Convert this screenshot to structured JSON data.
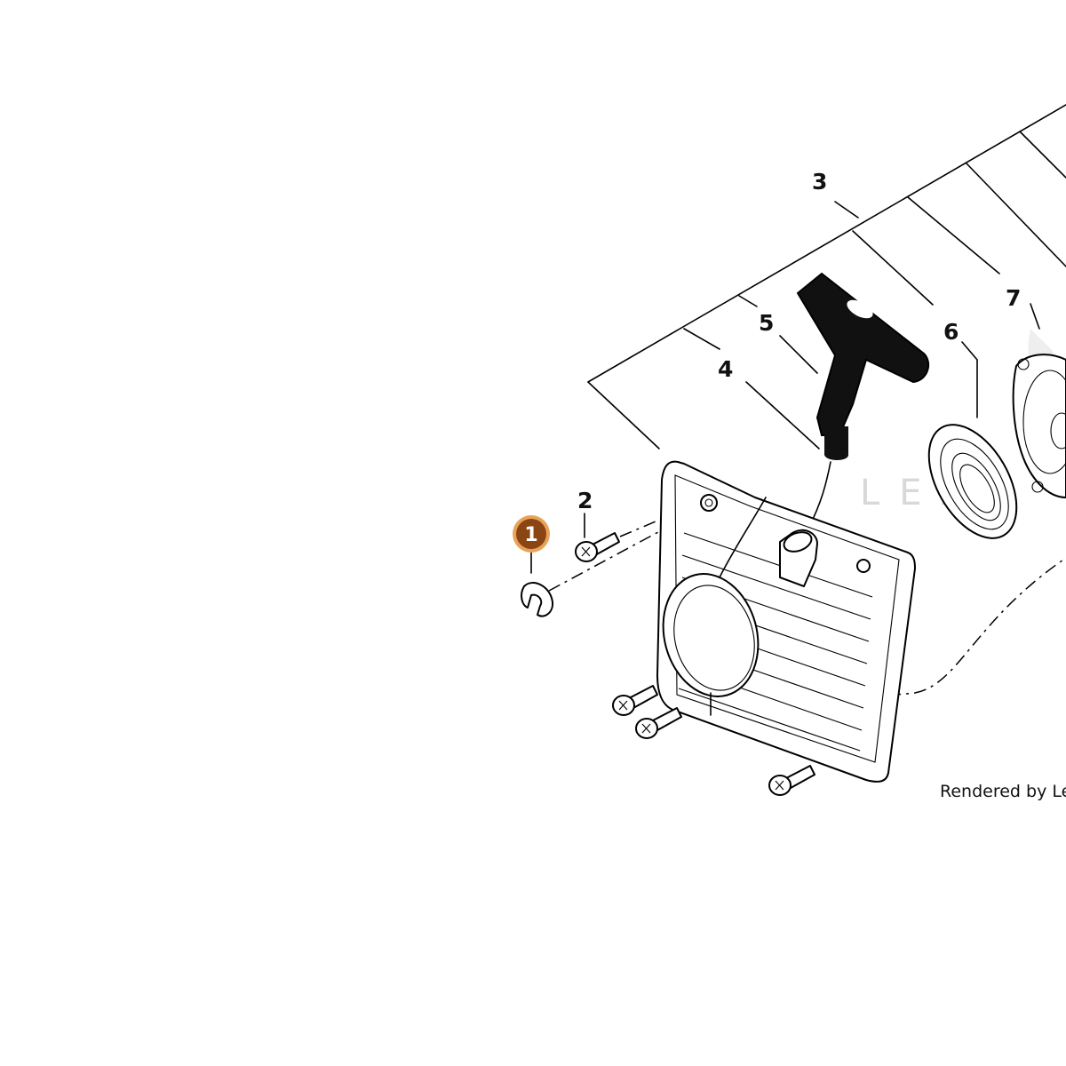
{
  "diagram": {
    "callouts": {
      "c1": "1",
      "c2": "2",
      "c3": "3",
      "c4": "4",
      "c5": "5",
      "c6": "6",
      "c7": "7"
    },
    "highlighted_callout": "1",
    "watermark_text": "LEAD E",
    "credit_text": "Rendered by Lead",
    "colors": {
      "highlight_badge": "#8b4513",
      "highlight_ring": "#e8a35a",
      "line_art": "#000000",
      "watermark": "#d8d8d8"
    }
  }
}
